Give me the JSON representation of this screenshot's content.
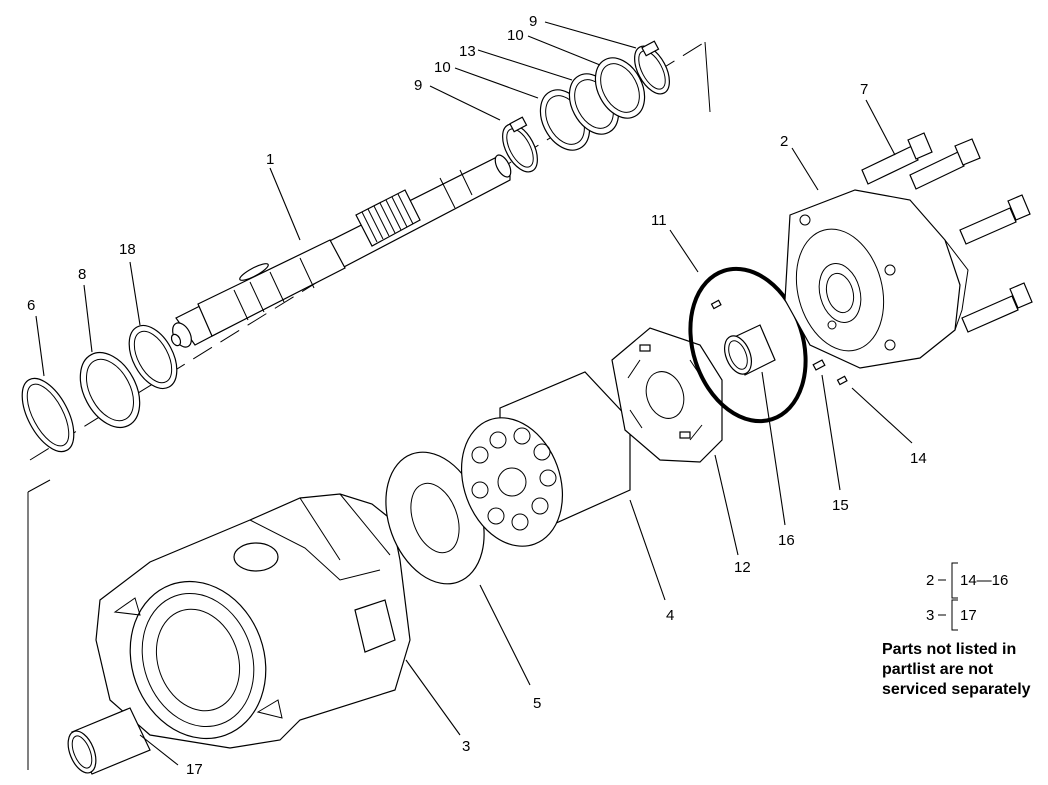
{
  "callouts": {
    "c1": "1",
    "c2": "2",
    "c3": "3",
    "c4": "4",
    "c5": "5",
    "c6": "6",
    "c7": "7",
    "c8": "8",
    "c9a": "9",
    "c9b": "9",
    "c10a": "10",
    "c10b": "10",
    "c11": "11",
    "c12": "12",
    "c13": "13",
    "c14": "14",
    "c15": "15",
    "c16": "16",
    "c17": "17",
    "c18": "18"
  },
  "legend": {
    "row1_parent": "2",
    "row1_children": "14—16",
    "row2_parent": "3",
    "row2_children": "17"
  },
  "note": {
    "line1": "Parts not listed in",
    "line2": "partlist are not",
    "line3": "serviced separately"
  }
}
